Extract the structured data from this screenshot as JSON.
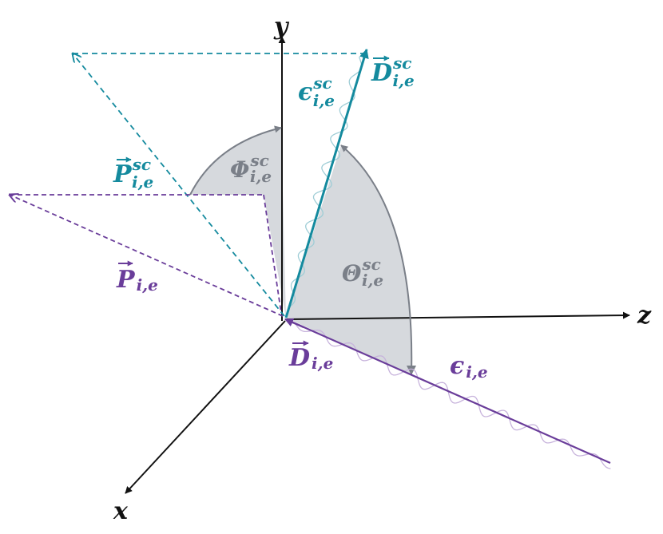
{
  "axes": {
    "x": "x",
    "y": "y",
    "z": "z"
  },
  "vectors": {
    "d_sc": {
      "base": "D",
      "sub": "i,e",
      "sup": "sc"
    },
    "d": {
      "base": "D",
      "sub": "i,e"
    },
    "p_sc": {
      "base": "P",
      "sub": "i,e",
      "sup": "sc"
    },
    "p": {
      "base": "P",
      "sub": "i,e"
    }
  },
  "angles": {
    "phi": {
      "base": "Φ",
      "sub": "i,e",
      "sup": "sc"
    },
    "theta": {
      "base": "Θ",
      "sub": "i,e",
      "sup": "sc"
    }
  },
  "energies": {
    "eps_sc": {
      "base": "ϵ",
      "sub": "i,e",
      "sup": "sc"
    },
    "eps": {
      "base": "ϵ",
      "sub": "i,e"
    }
  },
  "colors": {
    "axis": "#111111",
    "teal": "#148a9e",
    "purple": "#6a3d9a",
    "gray": "#7a7f88",
    "sector": "#d6d9dd"
  }
}
